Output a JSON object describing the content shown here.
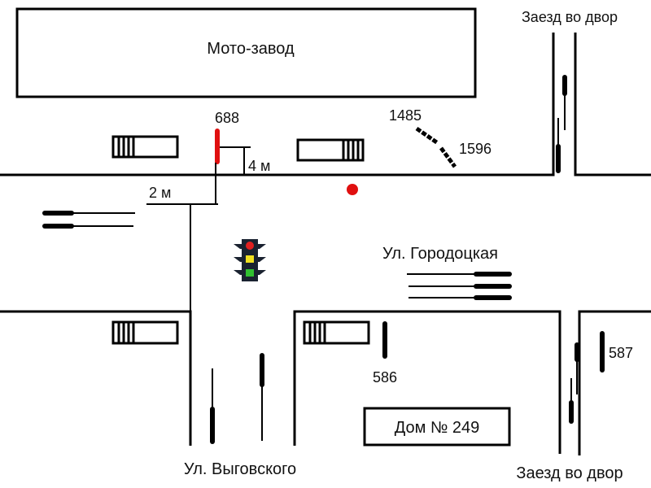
{
  "building_top": "Мото-завод",
  "building_bottom": "Дом № 249",
  "street_main": "Ул. Городоцкая",
  "street_side": "Ул. Выговского",
  "driveway_top": "Заезд во двор",
  "driveway_bottom": "Заезд во двор",
  "labels": {
    "vehicle_688": "688",
    "skid_start": "1485",
    "skid_end": "1596",
    "mark_586": "586",
    "mark_587": "587",
    "dim_4m": "4 м",
    "dim_2m": "2 м"
  },
  "colors": {
    "line": "#000000",
    "vehicle": "#e01010",
    "impact_point": "#e01010",
    "light_red": "#e02020",
    "light_yellow": "#f0e020",
    "light_green": "#30c030",
    "light_body": "#1a2230"
  }
}
